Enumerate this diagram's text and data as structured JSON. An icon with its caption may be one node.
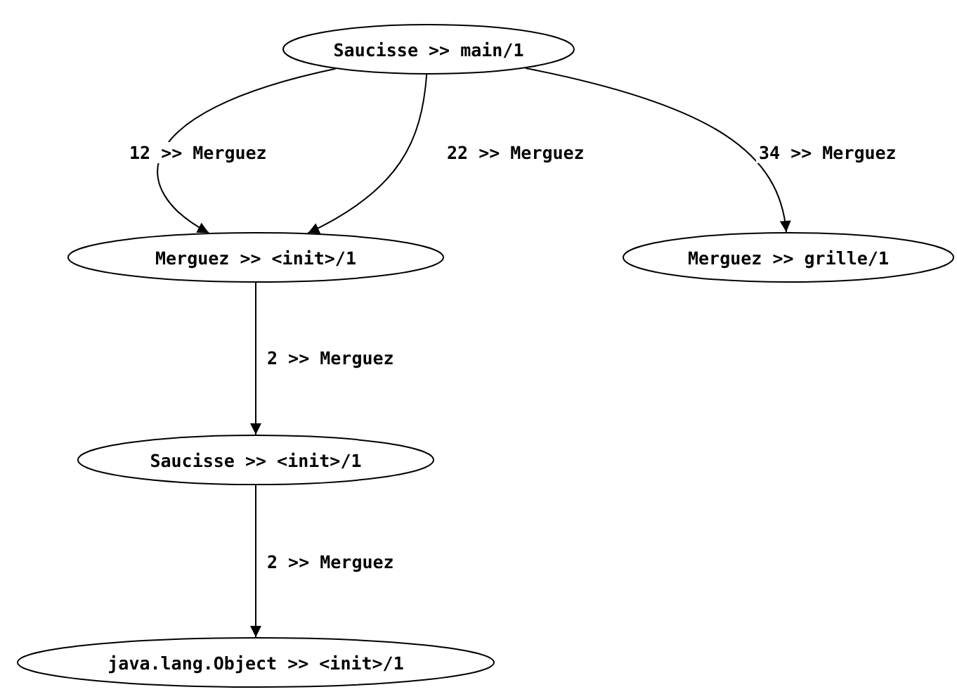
{
  "diagram": {
    "nodes": [
      {
        "text": [
          "Saucisse >> main/1"
        ]
      },
      {
        "text": [
          "Merguez >> <init>/1"
        ]
      },
      {
        "text": [
          "Merguez >> grille/1"
        ]
      },
      {
        "text": [
          "Saucisse >> <init>/1"
        ]
      },
      {
        "text": [
          "java.lang.Object >> <init>/1"
        ]
      }
    ],
    "edges": [
      {
        "from": 0,
        "to": 1,
        "arrow": "to",
        "label": "12 >> Merguez"
      },
      {
        "from": 0,
        "to": 1,
        "arrow": "to",
        "label": "22 >> Merguez"
      },
      {
        "from": 0,
        "to": 2,
        "arrow": "to",
        "label": "34 >> Merguez"
      },
      {
        "from": 1,
        "to": 3,
        "arrow": "to",
        "label": "2 >> Merguez"
      },
      {
        "from": 3,
        "to": 4,
        "arrow": "to",
        "label": "2 >> Merguez"
      }
    ]
  }
}
